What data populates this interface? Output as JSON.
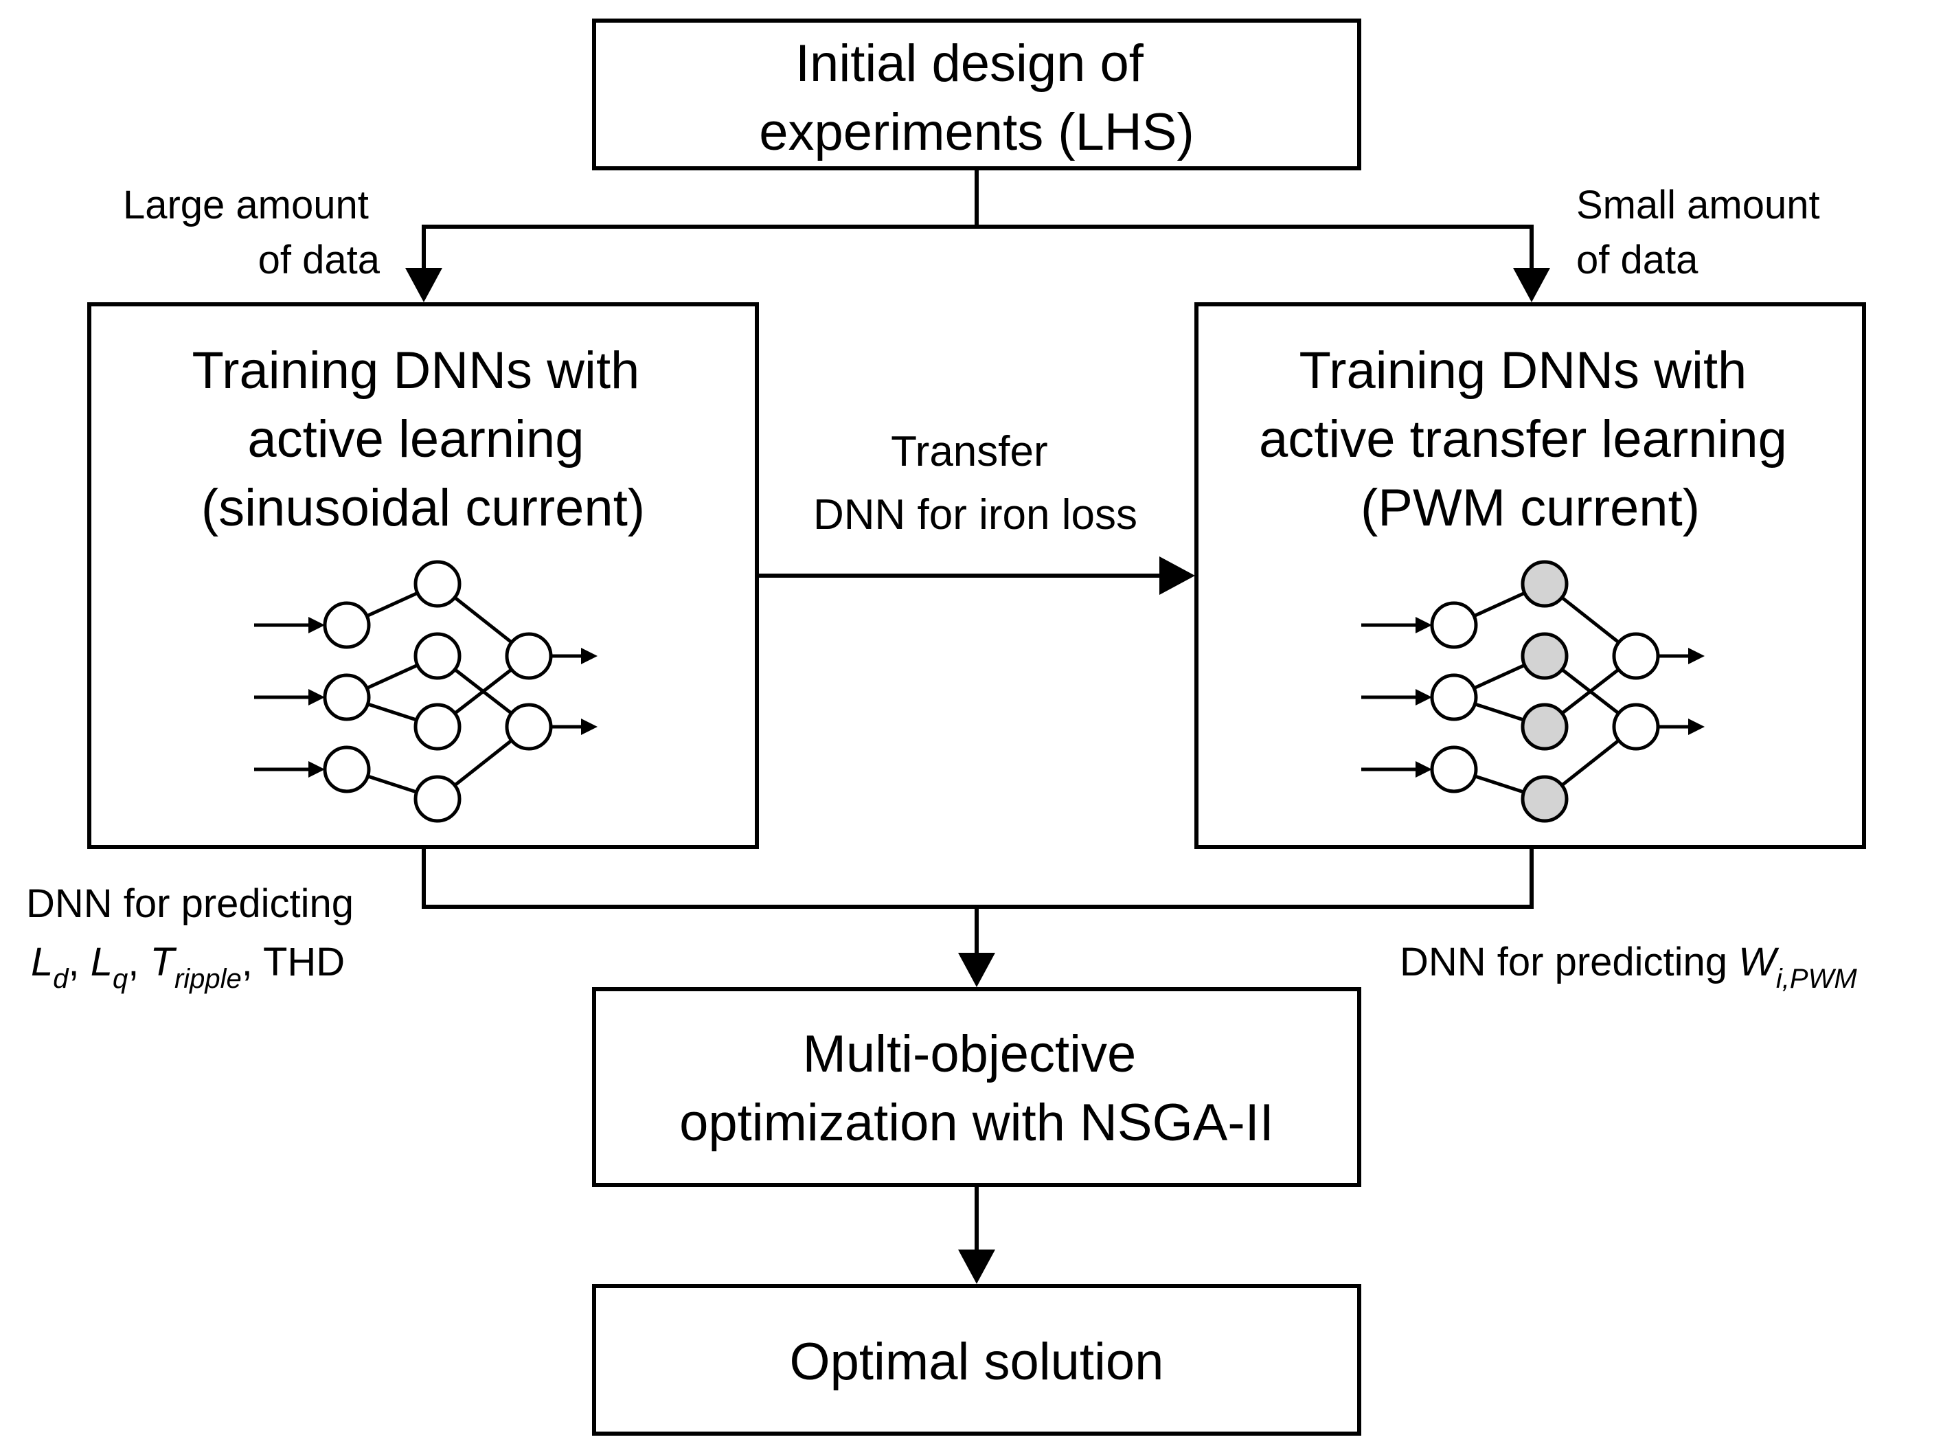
{
  "colors": {
    "stroke": "#000000",
    "background": "#ffffff",
    "node_default": "#ffffff",
    "node_transferred": "#d3d3d3"
  },
  "boxes": {
    "initial_design": [
      "Initial design of",
      "experiments (LHS)"
    ],
    "training_active": [
      "Training DNNs with",
      "active learning",
      "(sinusoidal current)"
    ],
    "training_transfer": [
      "Training DNNs with",
      "active transfer learning",
      "(PWM current)"
    ],
    "optimization": [
      "Multi-objective",
      "optimization with NSGA-II"
    ],
    "optimal": "Optimal solution"
  },
  "labels": {
    "large_data": [
      "Large amount",
      "of data"
    ],
    "small_data": [
      "Small amount",
      "of data"
    ],
    "transfer": [
      "Transfer",
      "DNN for iron loss"
    ],
    "left_predict": {
      "line1": "DNN for predicting",
      "sym1": "L",
      "sub1": "d",
      "sep1": ", ",
      "sym2": "L",
      "sub2": "q",
      "sep2": ", ",
      "sym3": "T",
      "sub3": "ripple",
      "tail": ", THD"
    },
    "right_predict": {
      "prefix": "DNN for predicting ",
      "sym": "W",
      "sub": "i,PWM"
    }
  },
  "networks": {
    "left": {
      "hidden_nodes_transferred": [
        false,
        false,
        false,
        false
      ]
    },
    "right": {
      "hidden_nodes_transferred": [
        true,
        true,
        true,
        true
      ]
    }
  }
}
